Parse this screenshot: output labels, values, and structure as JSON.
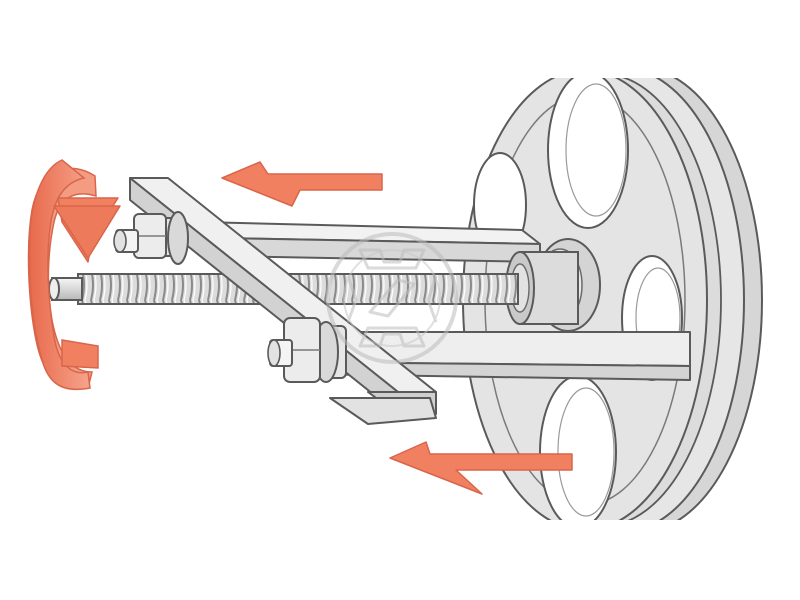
{
  "diagram": {
    "parts": [
      "pulley-wheel",
      "puller-crossbar",
      "forcing-screw",
      "pulling-arm",
      "bolt",
      "nut",
      "washer"
    ],
    "icons": [
      "rotation-arrow-icon",
      "arrow-left-icon",
      "watermark-logo-icon"
    ],
    "colors": {
      "steel_fill": "#e9e9ea",
      "steel_shade": "#cfcfd1",
      "wheel_fill": "#e4e4e5",
      "outline": "#5a5a5a",
      "arrow_fill": "#f08060",
      "arrow_dark": "#d9654a",
      "watermark": "#bcbcbc"
    }
  }
}
